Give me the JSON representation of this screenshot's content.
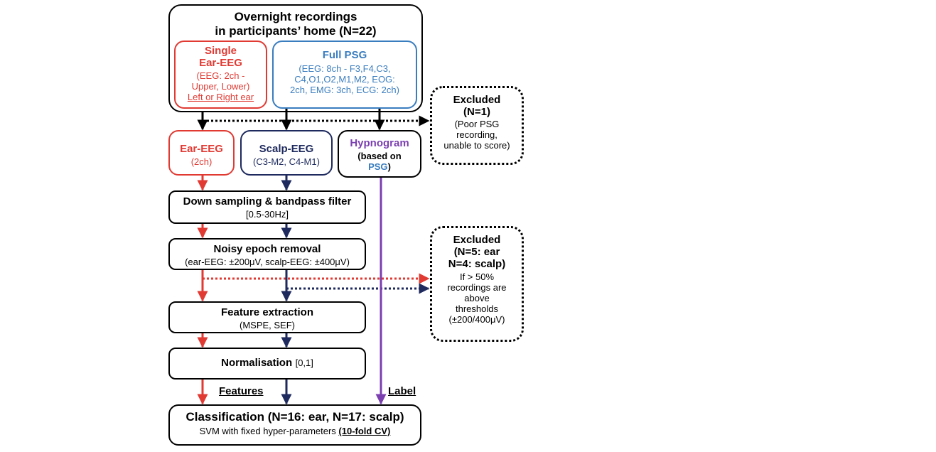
{
  "top": {
    "line1": "Overnight recordings",
    "line2": "in participants’ home (N=22)"
  },
  "single_ear": {
    "title1": "Single",
    "title2": "Ear-EEG",
    "d1": "(EEG: 2ch -",
    "d2": "Upper, Lower)",
    "d3": "Left or Right ear"
  },
  "full_psg": {
    "title": "Full PSG",
    "d1": "(EEG: 8ch - F3,F4,C3,",
    "d2": "C4,O1,O2,M1,M2, EOG:",
    "d3": "2ch, EMG: 3ch, ECG: 2ch)"
  },
  "excluded1": {
    "title": "Excluded",
    "n": "(N=1)",
    "d1": "(Poor PSG",
    "d2": "recording,",
    "d3": "unable to score)"
  },
  "ear_eeg": {
    "title": "Ear-EEG",
    "sub": "(2ch)"
  },
  "scalp_eeg": {
    "title": "Scalp-EEG",
    "sub": "(C3-M2, C4-M1)"
  },
  "hypnogram": {
    "title": "Hypnogram",
    "sub1": "(based on",
    "sub2_psg": "PSG",
    "sub2_close": ")"
  },
  "downsample": {
    "title": "Down sampling & bandpass filter",
    "sub": "[0.5-30Hz]"
  },
  "noisy": {
    "title": "Noisy epoch removal",
    "sub": "(ear-EEG: ±200μV, scalp-EEG: ±400μV)"
  },
  "excluded2": {
    "title": "Excluded",
    "l1": "(N=5: ear",
    "l2": "N=4: scalp)",
    "d1": "If > 50%",
    "d2": "recordings are",
    "d3": "above",
    "d4": "thresholds",
    "d5": "(±200/400μV)"
  },
  "feature": {
    "title": "Feature extraction",
    "sub": "(MSPE, SEF)"
  },
  "norm": {
    "title": "Normalisation",
    "sub": "[0,1]"
  },
  "labels": {
    "features": "Features",
    "label": "Label"
  },
  "classification": {
    "title": "Classification (N=16: ear, N=17: scalp)",
    "sub_main": "SVM with fixed hyper-parameters ",
    "sub_cv": "(10-fold CV)"
  },
  "colors": {
    "red": "#e03a33",
    "blue": "#3a7dbf",
    "navy": "#1e2a5e",
    "purple": "#7b3fb0",
    "black": "#000000"
  }
}
